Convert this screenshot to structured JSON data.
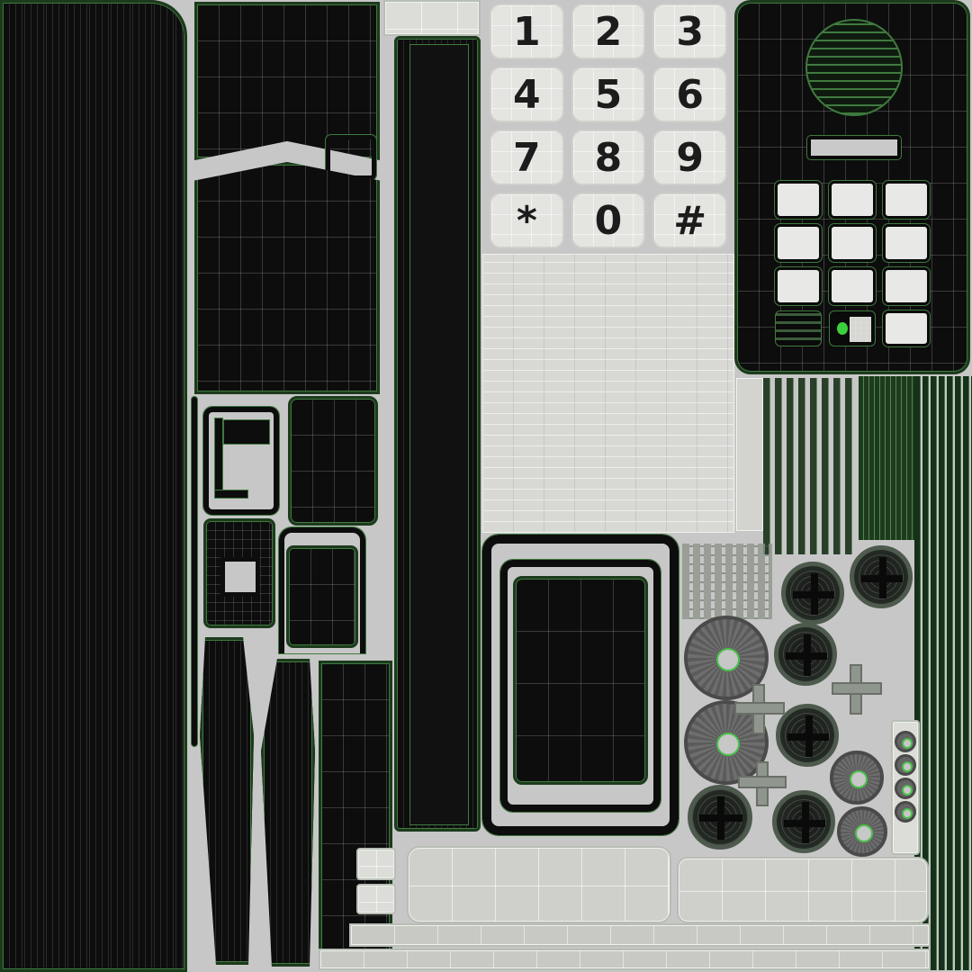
{
  "texture": {
    "title": "Intercom keypad UV texture map with wireframe overlay",
    "colors": {
      "background": "#c7c7c7",
      "dark_shell": "#0d0d0d",
      "wire_green": "#3f7a3f",
      "key_light": "#e4e4e1",
      "digit": "#1c1c1c"
    }
  },
  "keypad_atlas": {
    "keys": [
      {
        "label": "1"
      },
      {
        "label": "2"
      },
      {
        "label": "3"
      },
      {
        "label": "4"
      },
      {
        "label": "5"
      },
      {
        "label": "6"
      },
      {
        "label": "7"
      },
      {
        "label": "8"
      },
      {
        "label": "9"
      },
      {
        "label": "*"
      },
      {
        "label": "0"
      },
      {
        "label": "#"
      }
    ]
  },
  "front_panel": {
    "speaker": "speaker-grille",
    "display": "blank-display-window",
    "button_rows": 4,
    "button_cols": 3,
    "bottom_row": [
      "vent-slots",
      "rfid-reader",
      "blank-button"
    ]
  }
}
